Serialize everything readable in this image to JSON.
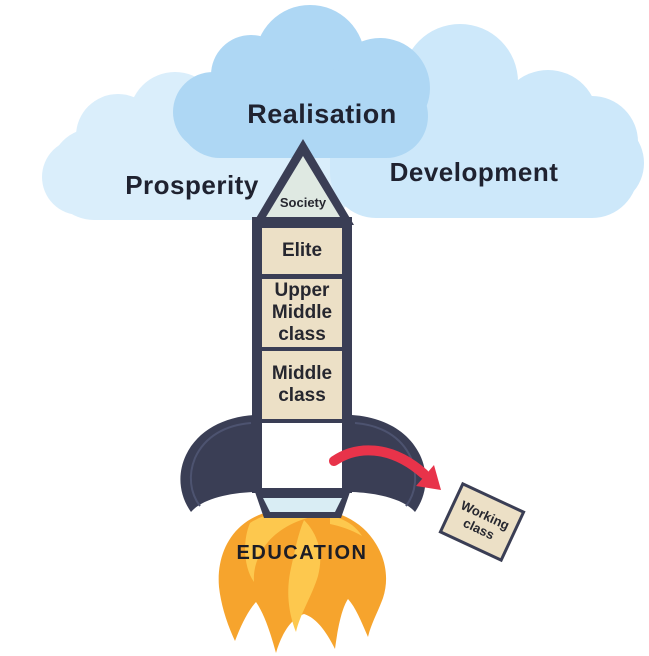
{
  "colors": {
    "background": "#ffffff",
    "rocket_navy": "#3a3e55",
    "fin_accent": "#4d5370",
    "panel_cream": "#ece0c6",
    "nose_fill": "#dfe9e2",
    "nozzle_fill": "#d9edf4",
    "cloud_back_left": "#daeefb",
    "cloud_back_right": "#cde8fa",
    "cloud_front": "#aed7f4",
    "flame_orange": "#f6a42d",
    "flame_yellow": "#fdc84e",
    "arrow_red": "#e8334a",
    "text_dark": "#1f2230"
  },
  "cloud": {
    "realisation_label": "Realisation",
    "prosperity_label": "Prosperity",
    "development_label": "Development"
  },
  "rocket": {
    "nose_label": "Society",
    "stages": [
      {
        "name": "elite",
        "lines": [
          "Elite"
        ]
      },
      {
        "name": "upper-middle-class",
        "lines": [
          "Upper",
          "Middle",
          "class"
        ]
      },
      {
        "name": "middle-class",
        "lines": [
          "Middle",
          "class"
        ]
      },
      {
        "name": "vacated-stage",
        "lines": []
      }
    ],
    "flame_label": "EDUCATION"
  },
  "ejected_box": {
    "lines": [
      "Working",
      "class"
    ]
  },
  "icons": {
    "ejection_arrow_icon": "curved-red-arrow"
  }
}
